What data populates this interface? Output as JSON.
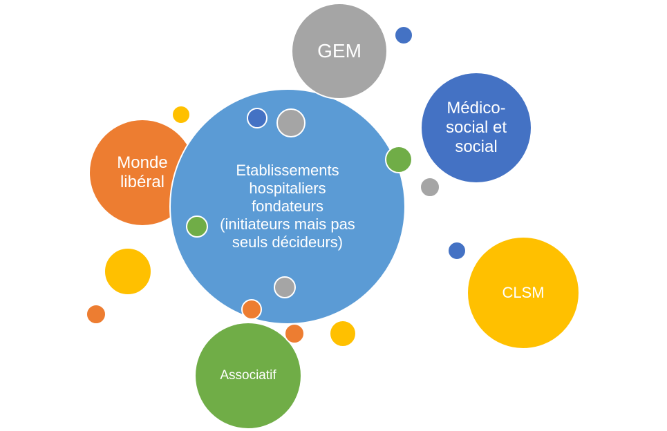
{
  "colors": {
    "blue_light": "#5B9BD5",
    "blue_dark": "#4472C4",
    "gray": "#A5A5A5",
    "orange": "#ED7D31",
    "yellow": "#FFC000",
    "green": "#70AD47",
    "border": "#FFFFFF"
  },
  "diagram": {
    "bubbles": {
      "main": {
        "label": "Etablissements\nhospitaliers\nfondateurs\n(initiateurs mais pas\nseuls décideurs)",
        "color": "#5B9BD5"
      },
      "gem": {
        "label": "GEM",
        "color": "#A5A5A5"
      },
      "medico": {
        "label": "Médico-\nsocial et\nsocial",
        "color": "#4472C4"
      },
      "monde": {
        "label": "Monde\nlibéral",
        "color": "#ED7D31"
      },
      "clsm": {
        "label": "CLSM",
        "color": "#FFC000"
      },
      "assoc": {
        "label": "Associatif",
        "color": "#70AD47"
      }
    },
    "dots": [
      {
        "id": "d1",
        "color": "#4472C4"
      },
      {
        "id": "d2",
        "color": "#4472C4"
      },
      {
        "id": "d3",
        "color": "#A5A5A5"
      },
      {
        "id": "d4",
        "color": "#FFC000"
      },
      {
        "id": "d5",
        "color": "#70AD47"
      },
      {
        "id": "d6",
        "color": "#A5A5A5"
      },
      {
        "id": "d7",
        "color": "#70AD47"
      },
      {
        "id": "d8",
        "color": "#4472C4"
      },
      {
        "id": "d9",
        "color": "#FFC000"
      },
      {
        "id": "d10",
        "color": "#A5A5A5"
      },
      {
        "id": "d11",
        "color": "#ED7D31"
      },
      {
        "id": "d12",
        "color": "#ED7D31"
      },
      {
        "id": "d13",
        "color": "#FFC000"
      },
      {
        "id": "d14",
        "color": "#ED7D31"
      }
    ]
  }
}
